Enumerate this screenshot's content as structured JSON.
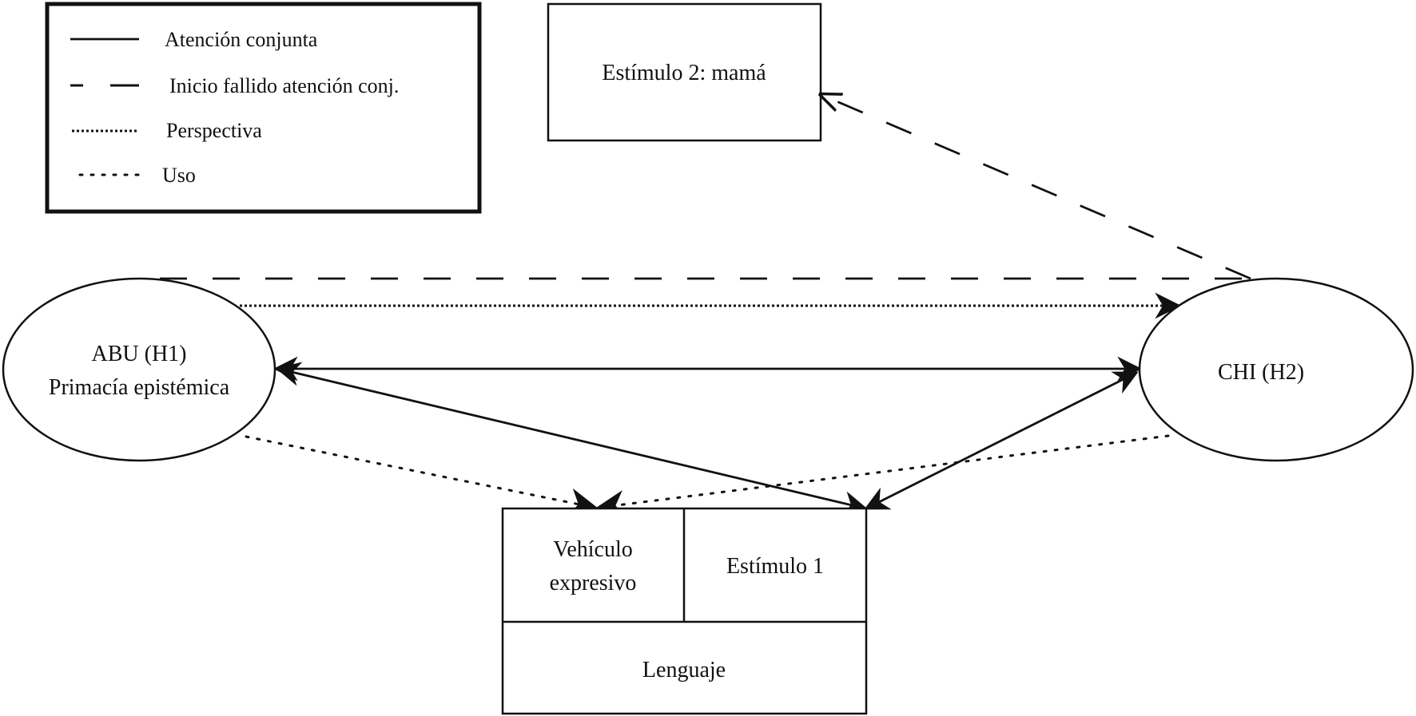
{
  "legend": {
    "items": [
      {
        "style": "solid",
        "label": "Atención conjunta"
      },
      {
        "style": "dashed",
        "label": "Inicio fallido atención conj."
      },
      {
        "style": "dense-dotted",
        "label": "Perspectiva"
      },
      {
        "style": "sparse-dotted",
        "label": "Uso"
      }
    ]
  },
  "nodes": {
    "stimulus2": {
      "label": "Estímulo 2: mamá"
    },
    "abu": {
      "line1": "ABU (H1)",
      "line2": "Primacía epistémica"
    },
    "chi": {
      "label": "CHI (H2)"
    },
    "language_block": {
      "vehicle": {
        "line1": "Vehículo",
        "line2": "expresivo"
      },
      "stimulus1": {
        "label": "Estímulo 1"
      },
      "language": {
        "label": "Lenguaje"
      }
    }
  },
  "edges": [
    {
      "from": "ABU (H1)",
      "to": "CHI (H2)",
      "type": "Inicio fallido atención conj.",
      "arrow": "none"
    },
    {
      "from": "CHI (H2)",
      "to": "Estímulo 2: mamá",
      "type": "Inicio fallido atención conj.",
      "arrow": "end"
    },
    {
      "from": "ABU (H1)",
      "to": "CHI (H2)",
      "type": "Perspectiva",
      "arrow": "end"
    },
    {
      "from": "ABU (H1)",
      "to": "CHI (H2)",
      "type": "Atención conjunta",
      "arrow": "both"
    },
    {
      "from": "ABU (H1)",
      "to": "Estímulo 1",
      "type": "Atención conjunta",
      "arrow": "both"
    },
    {
      "from": "CHI (H2)",
      "to": "Estímulo 1",
      "type": "Atención conjunta",
      "arrow": "both"
    },
    {
      "from": "ABU (H1)",
      "to": "Vehículo expresivo",
      "type": "Uso",
      "arrow": "end"
    },
    {
      "from": "CHI (H2)",
      "to": "Vehículo expresivo",
      "type": "Uso",
      "arrow": "end"
    }
  ]
}
